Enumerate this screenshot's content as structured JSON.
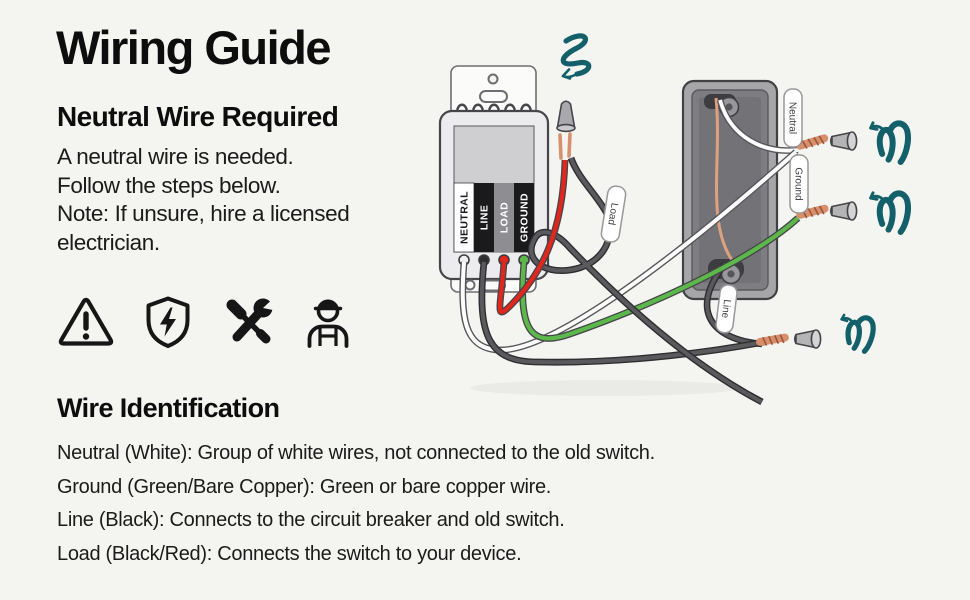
{
  "page": {
    "background_color": "#f4f4f1"
  },
  "header": {
    "title": "Wiring Guide"
  },
  "neutral_section": {
    "heading": "Neutral Wire Required",
    "lines": [
      "A neutral wire is needed.",
      "Follow the steps below.",
      "Note: If unsure, hire a licensed",
      "electrician."
    ]
  },
  "safety_icons": [
    "warning-triangle-icon",
    "shield-lightning-icon",
    "tools-icon",
    "electrician-icon"
  ],
  "wire_identification": {
    "heading": "Wire Identification",
    "items": [
      "Neutral (White): Group of white wires, not connected to the old switch.",
      "Ground (Green/Bare Copper): Green or bare copper wire.",
      "Line (Black): Connects to the circuit breaker and old switch.",
      "Load (Black/Red): Connects the switch to your device."
    ]
  },
  "diagram": {
    "switch_terminals": [
      "NEUTRAL",
      "LINE",
      "LOAD",
      "GROUND"
    ],
    "wire_tags": {
      "load": "Load",
      "neutral": "Neutral",
      "ground": "Ground",
      "line": "Line"
    },
    "wire_colors": {
      "neutral": "#fdfdfd",
      "line": "#4f4f53",
      "load_red": "#e1261d",
      "ground": "#5cb84a",
      "copper": "#d7906d"
    },
    "twist_arrow_color": "#14606a"
  }
}
